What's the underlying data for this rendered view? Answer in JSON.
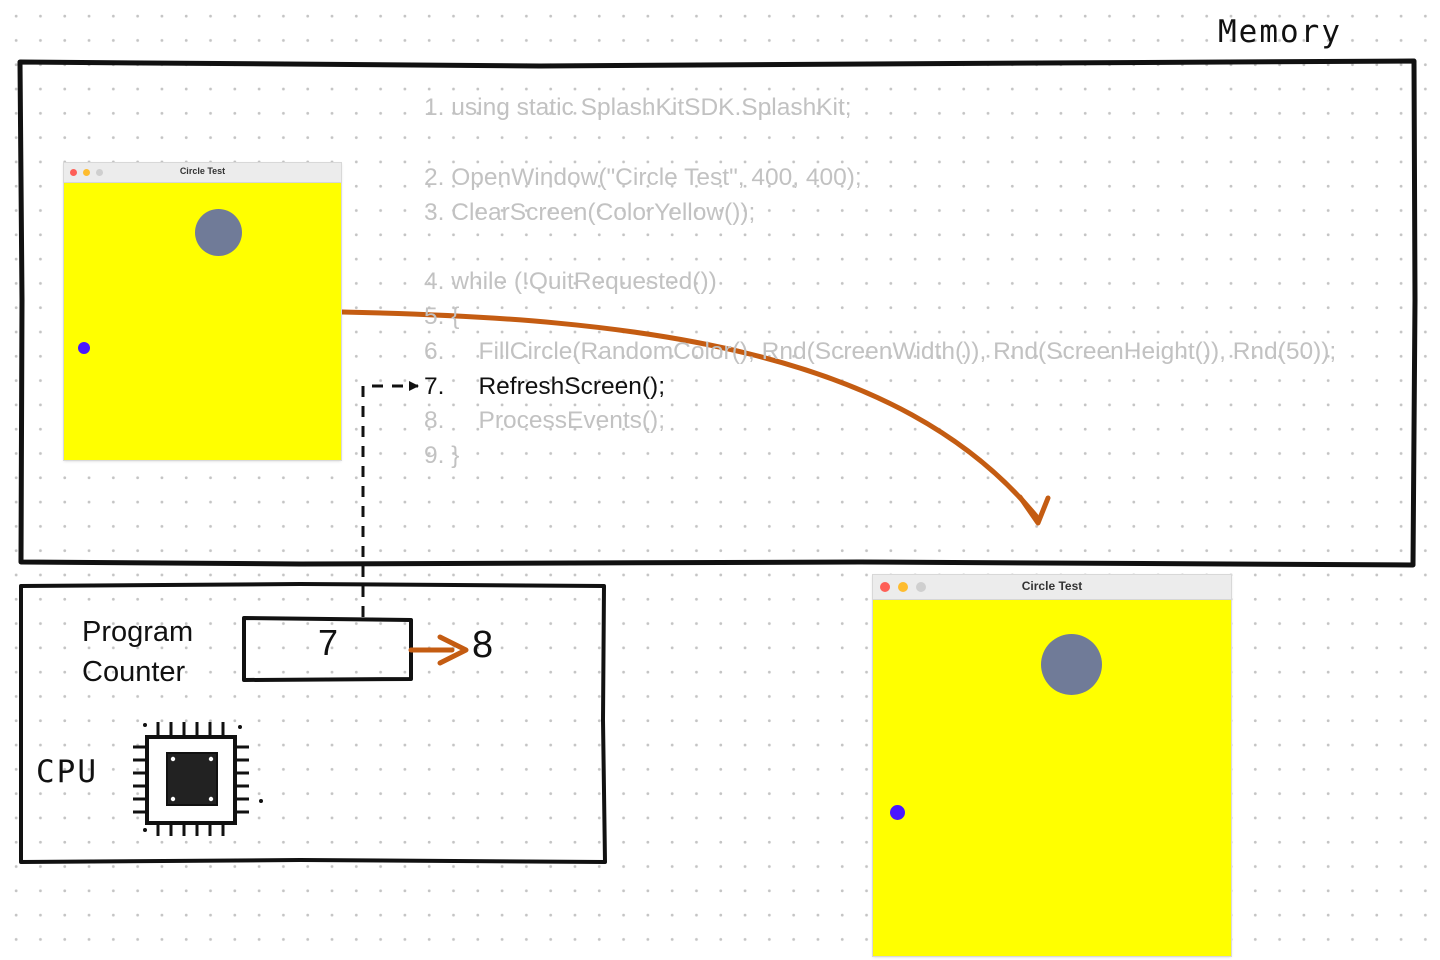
{
  "memory": {
    "label": "Memory",
    "code_lines": [
      {
        "num": "1.",
        "text": "using static SplashKitSDK.SplashKit;",
        "active": false
      },
      {
        "num": "2.",
        "text": "OpenWindow(\"Circle Test\", 400, 400);",
        "active": false
      },
      {
        "num": "3.",
        "text": "ClearScreen(ColorYellow());",
        "active": false
      },
      {
        "num": "4.",
        "text": "while (!QuitRequested())",
        "active": false
      },
      {
        "num": "5.",
        "text": "{",
        "active": false
      },
      {
        "num": "6.",
        "text": "    FillCircle(RandomColor(), Rnd(ScreenWidth()), Rnd(ScreenHeight()), Rnd(50));",
        "active": false
      },
      {
        "num": "7.",
        "text": "    RefreshScreen();",
        "active": true
      },
      {
        "num": "8.",
        "text": "    ProcessEvents();",
        "active": false
      },
      {
        "num": "9.",
        "text": "}",
        "active": false
      }
    ]
  },
  "windows": {
    "in_memory": {
      "title": "Circle Test"
    },
    "on_screen": {
      "title": "Circle Test"
    }
  },
  "cpu": {
    "label": "CPU",
    "program_counter_label": [
      "Program",
      "Counter"
    ],
    "program_counter_value": "7",
    "program_counter_next": "8"
  },
  "colors": {
    "window_background": "#ffff00",
    "large_circle": "#707b98",
    "small_circle": "#4a17ff",
    "arrow": "#c45c12",
    "code_inactive": "#c2c2c2",
    "code_active": "#111111"
  }
}
